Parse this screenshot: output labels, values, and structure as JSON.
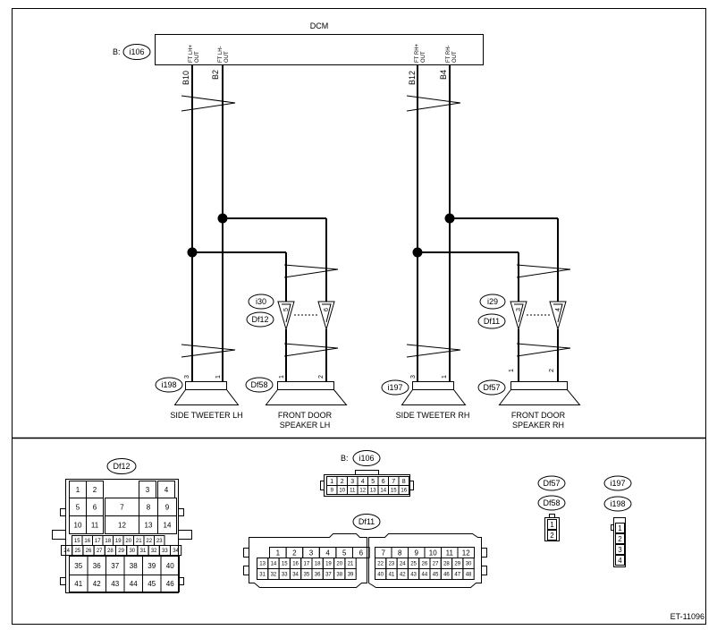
{
  "module": {
    "title": "DCM",
    "connector_prefix": "B:",
    "connector_id": "i106"
  },
  "terminals": {
    "ft_lh_plus": {
      "signal": "FT LH+",
      "sub": "OUT",
      "pin": "B10"
    },
    "ft_lh_minus": {
      "signal": "FT LH-",
      "sub": "OUT",
      "pin": "B2"
    },
    "ft_rh_plus": {
      "signal": "FT RH+",
      "sub": "OUT",
      "pin": "B12"
    },
    "ft_rh_minus": {
      "signal": "FT RH-",
      "sub": "OUT",
      "pin": "B4"
    }
  },
  "inline_connectors": {
    "lh": {
      "id_top": "i30",
      "id_bottom": "Df12",
      "pin_a": "5",
      "pin_b": "6"
    },
    "rh": {
      "id_top": "i29",
      "id_bottom": "Df11",
      "pin_a": "3",
      "pin_b": "4"
    }
  },
  "speakers": {
    "side_tweeter_lh": {
      "connector": "i198",
      "label": "SIDE TWEETER LH",
      "pin_a": "3",
      "pin_b": "1"
    },
    "front_door_lh": {
      "connector": "Df58",
      "label_1": "FRONT DOOR",
      "label_2": "SPEAKER LH",
      "pin_a": "1",
      "pin_b": "2"
    },
    "side_tweeter_rh": {
      "connector": "i197",
      "label": "SIDE TWEETER RH",
      "pin_a": "3",
      "pin_b": "1"
    },
    "front_door_rh": {
      "connector": "Df57",
      "label_1": "FRONT DOOR",
      "label_2": "SPEAKER RH",
      "pin_a": "1",
      "pin_b": "2"
    }
  },
  "connector_views": {
    "df12": {
      "id": "Df12",
      "row1": [
        "1",
        "2",
        "3",
        "4"
      ],
      "row2": [
        "5",
        "6",
        "7",
        "8",
        "9"
      ],
      "row3": [
        "10",
        "11",
        "12",
        "13",
        "14"
      ],
      "row4": [
        "15",
        "16",
        "17",
        "18",
        "19",
        "20",
        "21",
        "22",
        "23"
      ],
      "row5": [
        "24",
        "25",
        "26",
        "27",
        "28",
        "29",
        "30",
        "31",
        "32",
        "33",
        "34"
      ],
      "row6": [
        "35",
        "36",
        "37",
        "38",
        "39",
        "40"
      ],
      "row7": [
        "41",
        "42",
        "43",
        "44",
        "45",
        "46"
      ]
    },
    "i106": {
      "prefix": "B:",
      "id": "i106",
      "row1": [
        "1",
        "2",
        "3",
        "4",
        "5",
        "6",
        "7",
        "8"
      ],
      "row2": [
        "9",
        "10",
        "11",
        "12",
        "13",
        "14",
        "15",
        "16"
      ]
    },
    "df11": {
      "id": "Df11",
      "left_row1": [
        "1",
        "2",
        "3",
        "4",
        "5",
        "6"
      ],
      "left_row2": [
        "13",
        "14",
        "15",
        "16",
        "17",
        "18",
        "19",
        "20",
        "21"
      ],
      "left_row3": [
        "31",
        "32",
        "33",
        "34",
        "35",
        "36",
        "37",
        "38",
        "39"
      ],
      "right_row1": [
        "7",
        "8",
        "9",
        "10",
        "11",
        "12"
      ],
      "right_row2": [
        "22",
        "23",
        "24",
        "25",
        "26",
        "27",
        "28",
        "29",
        "30"
      ],
      "right_row3": [
        "40",
        "41",
        "42",
        "43",
        "44",
        "45",
        "46",
        "47",
        "48"
      ]
    },
    "df57_58": {
      "id_top": "Df57",
      "id_bottom": "Df58",
      "pins": [
        "1",
        "2"
      ]
    },
    "i197_198": {
      "id_top": "i197",
      "id_bottom": "i198",
      "pins": [
        "1",
        "2",
        "3",
        "4"
      ]
    }
  },
  "figure_code": "ET-11096"
}
